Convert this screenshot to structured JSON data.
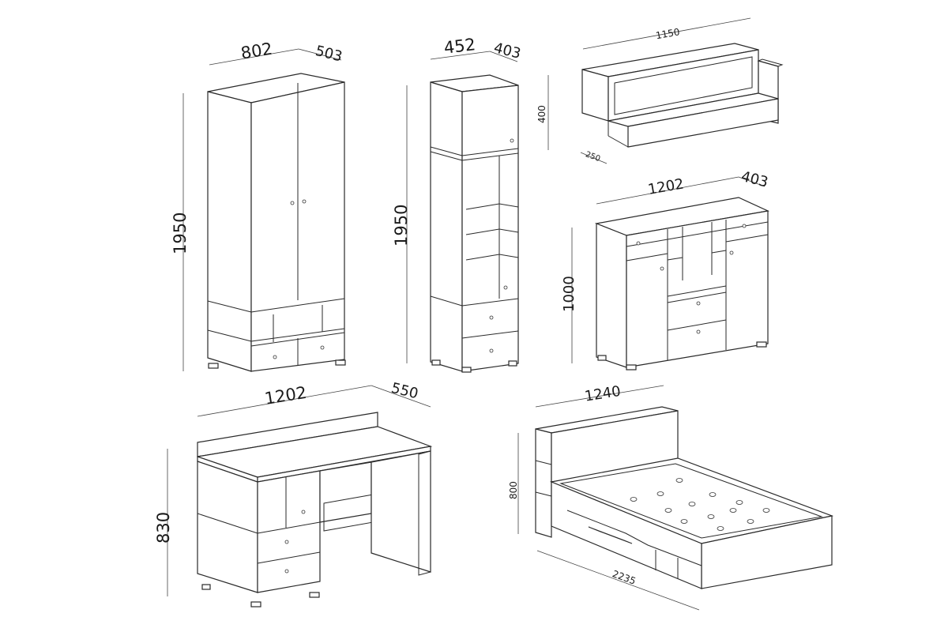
{
  "dimensions": {
    "wardrobe": {
      "width": "802",
      "depth": "503",
      "height": "1950"
    },
    "bookcase": {
      "width": "452",
      "depth": "403",
      "height": "1950"
    },
    "shelf": {
      "width": "1150",
      "height": "400",
      "depth": "250"
    },
    "chest": {
      "width": "1202",
      "depth": "403",
      "height": "1000"
    },
    "desk": {
      "width": "1202",
      "depth": "550",
      "height": "830"
    },
    "bed": {
      "width": "1240",
      "height": "800",
      "length": "2235"
    }
  }
}
